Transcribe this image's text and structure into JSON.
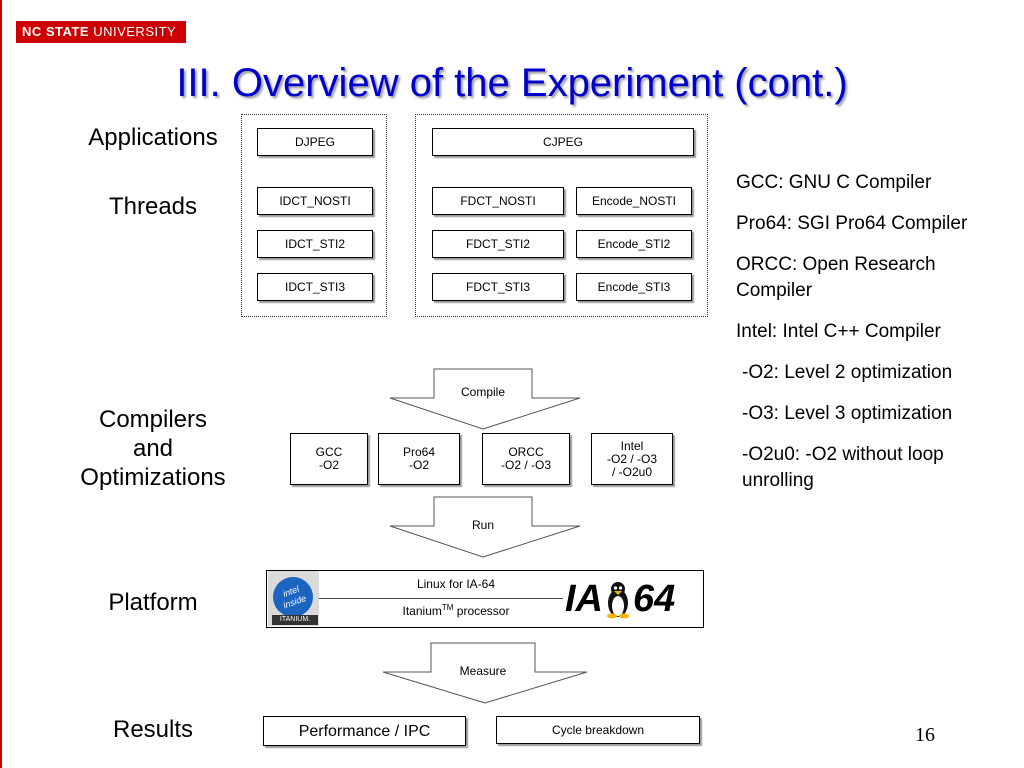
{
  "header": {
    "logo_bold": "NC STATE",
    "logo_rest": "UNIVERSITY",
    "title": "III. Overview of the Experiment (cont.)"
  },
  "row_labels": {
    "applications": "Applications",
    "threads": "Threads",
    "compilers_line1": "Compilers",
    "compilers_line2": "and",
    "compilers_line3": "Optimizations",
    "platform": "Platform",
    "results": "Results"
  },
  "applications": [
    "DJPEG",
    "CJPEG"
  ],
  "threads": {
    "djpeg": [
      "IDCT_NOSTI",
      "IDCT_STI2",
      "IDCT_STI3"
    ],
    "cjpeg_fdct": [
      "FDCT_NOSTI",
      "FDCT_STI2",
      "FDCT_STI3"
    ],
    "cjpeg_encode": [
      "Encode_NOSTI",
      "Encode_STI2",
      "Encode_STI3"
    ]
  },
  "arrows": {
    "compile": "Compile",
    "run": "Run",
    "measure": "Measure"
  },
  "compilers": [
    {
      "name": "GCC",
      "opts": [
        "-O2"
      ]
    },
    {
      "name": "Pro64",
      "opts": [
        "-O2"
      ]
    },
    {
      "name": "ORCC",
      "opts": [
        "-O2 / -O3"
      ]
    },
    {
      "name": "Intel",
      "opts": [
        "-O2 / -O3",
        "/ -O2u0"
      ]
    }
  ],
  "platform": {
    "os": "Linux for IA-64",
    "processor": "Itanium",
    "processor_tm": "TM",
    "processor_suffix": " processor",
    "ia64_logo_left": "IA",
    "ia64_logo_right": "64",
    "intel_logo_line1": "intel",
    "intel_logo_line2": "inside",
    "itanium_badge": "ITANIUM."
  },
  "results": [
    "Performance / IPC",
    "Cycle breakdown"
  ],
  "legend": {
    "gcc": "GCC: GNU C Compiler",
    "pro64": "Pro64: SGI Pro64 Compiler",
    "orcc": "ORCC: Open Research Compiler",
    "intel": "Intel: Intel C++ Compiler",
    "o2": "-O2: Level 2 optimization",
    "o3": "-O3: Level 3 optimization",
    "o2u0": "-O2u0: -O2 without loop unrolling"
  },
  "page_number": "16",
  "colors": {
    "title": "#0000cc",
    "brand_red": "#cc0000",
    "intel_blue": "#1b64c0"
  }
}
